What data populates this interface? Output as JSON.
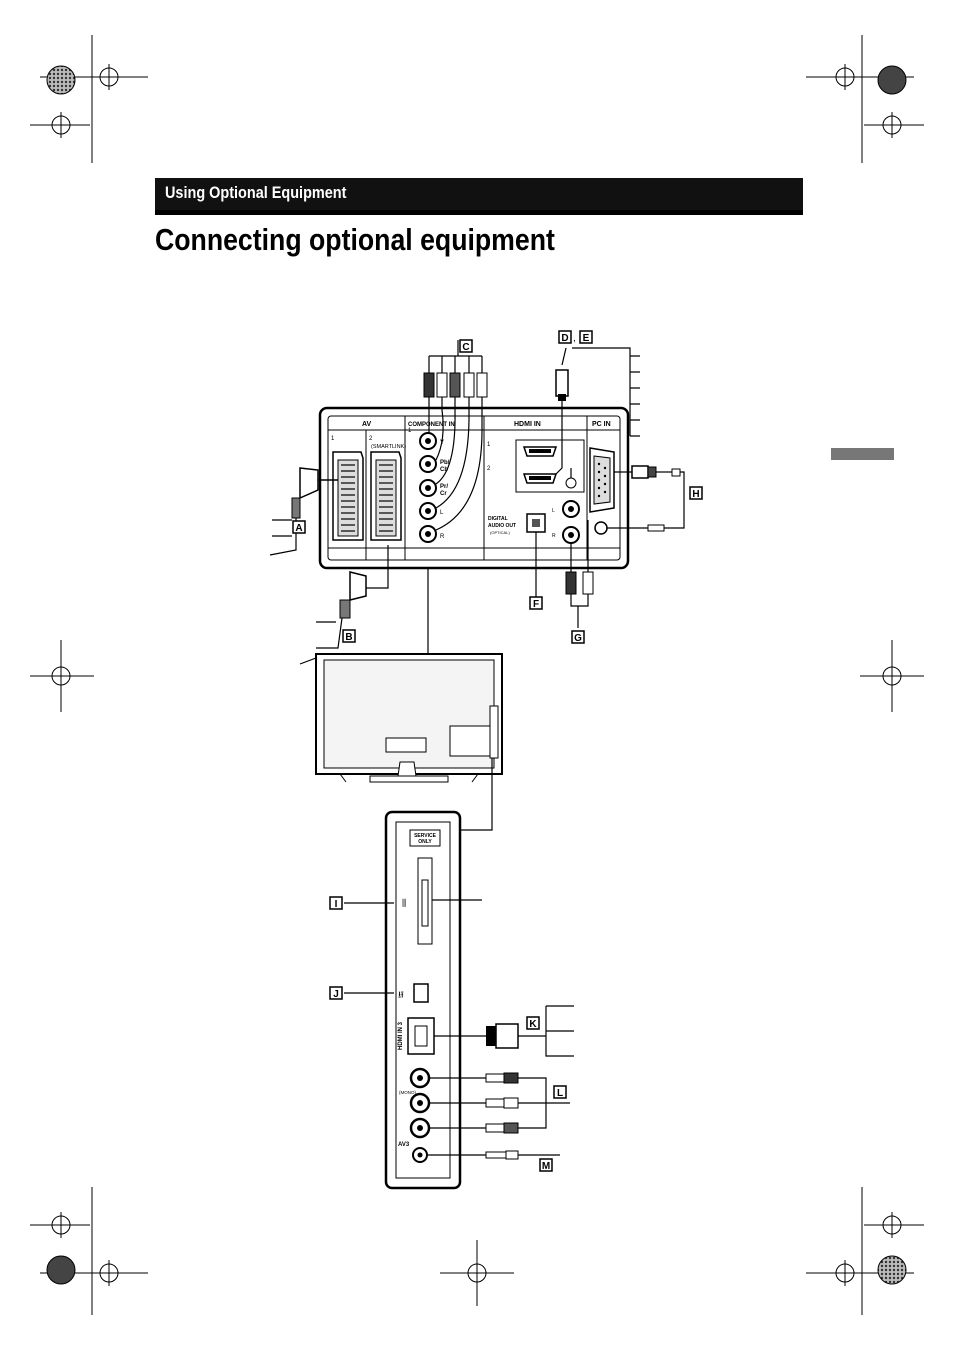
{
  "header": {
    "section": "Using Optional Equipment",
    "title": "Connecting optional equipment"
  },
  "rear_panel": {
    "av_label": "AV",
    "av1": "1",
    "av2": "2",
    "smartlink": "(SMARTLINK)",
    "component_label": "COMPONENT IN",
    "component_num": "1",
    "y": "Y",
    "pb": "Pb/",
    "cb": "Cb",
    "pr": "Pr/",
    "cr": "Cr",
    "l": "L",
    "r": "R",
    "hdmi_label": "HDMI IN",
    "hdmi1": "1",
    "hdmi2": "2",
    "pc_label": "PC IN",
    "digital_audio": "DIGITAL",
    "audio_out": "AUDIO OUT",
    "optical": "(OPTICAL)"
  },
  "side_panel": {
    "service_line1": "SERVICE",
    "service_line2": "ONLY",
    "hdmi3": "HDMI IN 3",
    "mono": "(MONO)",
    "av3": "AV3"
  },
  "callouts": [
    "A",
    "B",
    "C",
    "D",
    "E",
    "F",
    "G",
    "H",
    "I",
    "J",
    "K",
    "L",
    "M"
  ],
  "callout_separator": ",",
  "colors": {
    "ink": "#000000",
    "header_bg": "#111111",
    "side_tab": "#777777"
  }
}
